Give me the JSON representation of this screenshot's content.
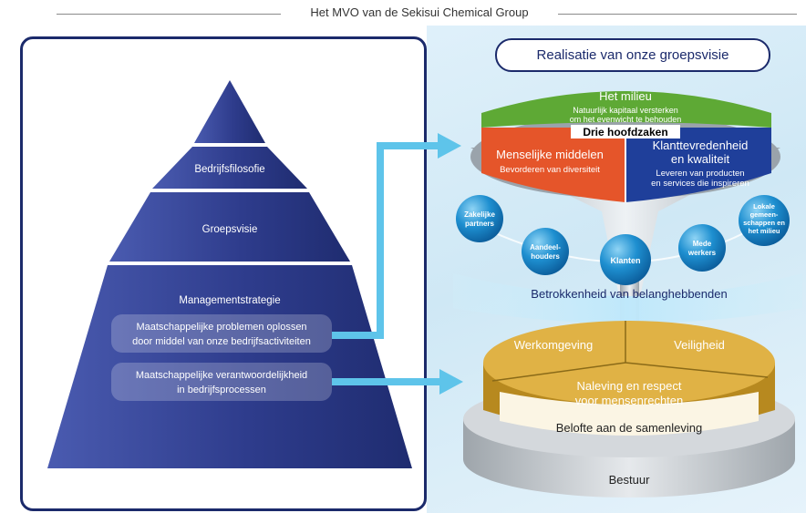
{
  "header": {
    "title": "Het MVO van de Sekisui Chemical Group"
  },
  "pyramid": {
    "tier1": "Bedrijfsfilosofie",
    "tier2": "Groepsvisie",
    "tier3": "Managementstrategie",
    "box1": [
      "Maatschappelijke problemen oplossen",
      "door middel van onze bedrijfsactiviteiten"
    ],
    "box2": [
      "Maatschappelijke verantwoordelijkheid",
      "in bedrijfsprocessen"
    ]
  },
  "vision": {
    "title": "Realisatie van onze groepsvisie",
    "top_segment": {
      "title": "Het milieu",
      "sub": [
        "Natuurlijk kapitaal versterken",
        "om het evenwicht te behouden"
      ]
    },
    "center_label": "Drie hoofdzaken",
    "left_segment": {
      "title": "Menselijke middelen",
      "sub": "Bevorderen van diversiteit"
    },
    "right_segment": {
      "title": [
        "Klanttevredenheid",
        "en kwaliteit"
      ],
      "sub": [
        "Leveren van producten",
        "en services die inspireren"
      ]
    }
  },
  "stakeholders": {
    "items": [
      [
        "Zakelijke",
        "partners"
      ],
      [
        "Aandeel-",
        "houders"
      ],
      [
        "Klanten"
      ],
      [
        "Mede",
        "werkers"
      ],
      [
        "Lokale",
        "gemeen-",
        "schappen en",
        "het milieu"
      ]
    ],
    "band": "Betrokkenheid van belanghebbenden"
  },
  "base": {
    "left": "Werkomgeving",
    "right": "Veiligheid",
    "front": [
      "Naleving en respect",
      "voor mensenrechten"
    ],
    "promise": "Belofte aan de samenleving",
    "governance": "Bestuur"
  },
  "colors": {
    "navy": "#1b2a6b",
    "pyramid": "#2e3c8c",
    "green": "#5ea935",
    "orange": "#e5552a",
    "blue": "#1f3f9a",
    "gold": "#d9a732",
    "sphere": "#1e8fd0",
    "arrow": "#5ec4ea"
  }
}
